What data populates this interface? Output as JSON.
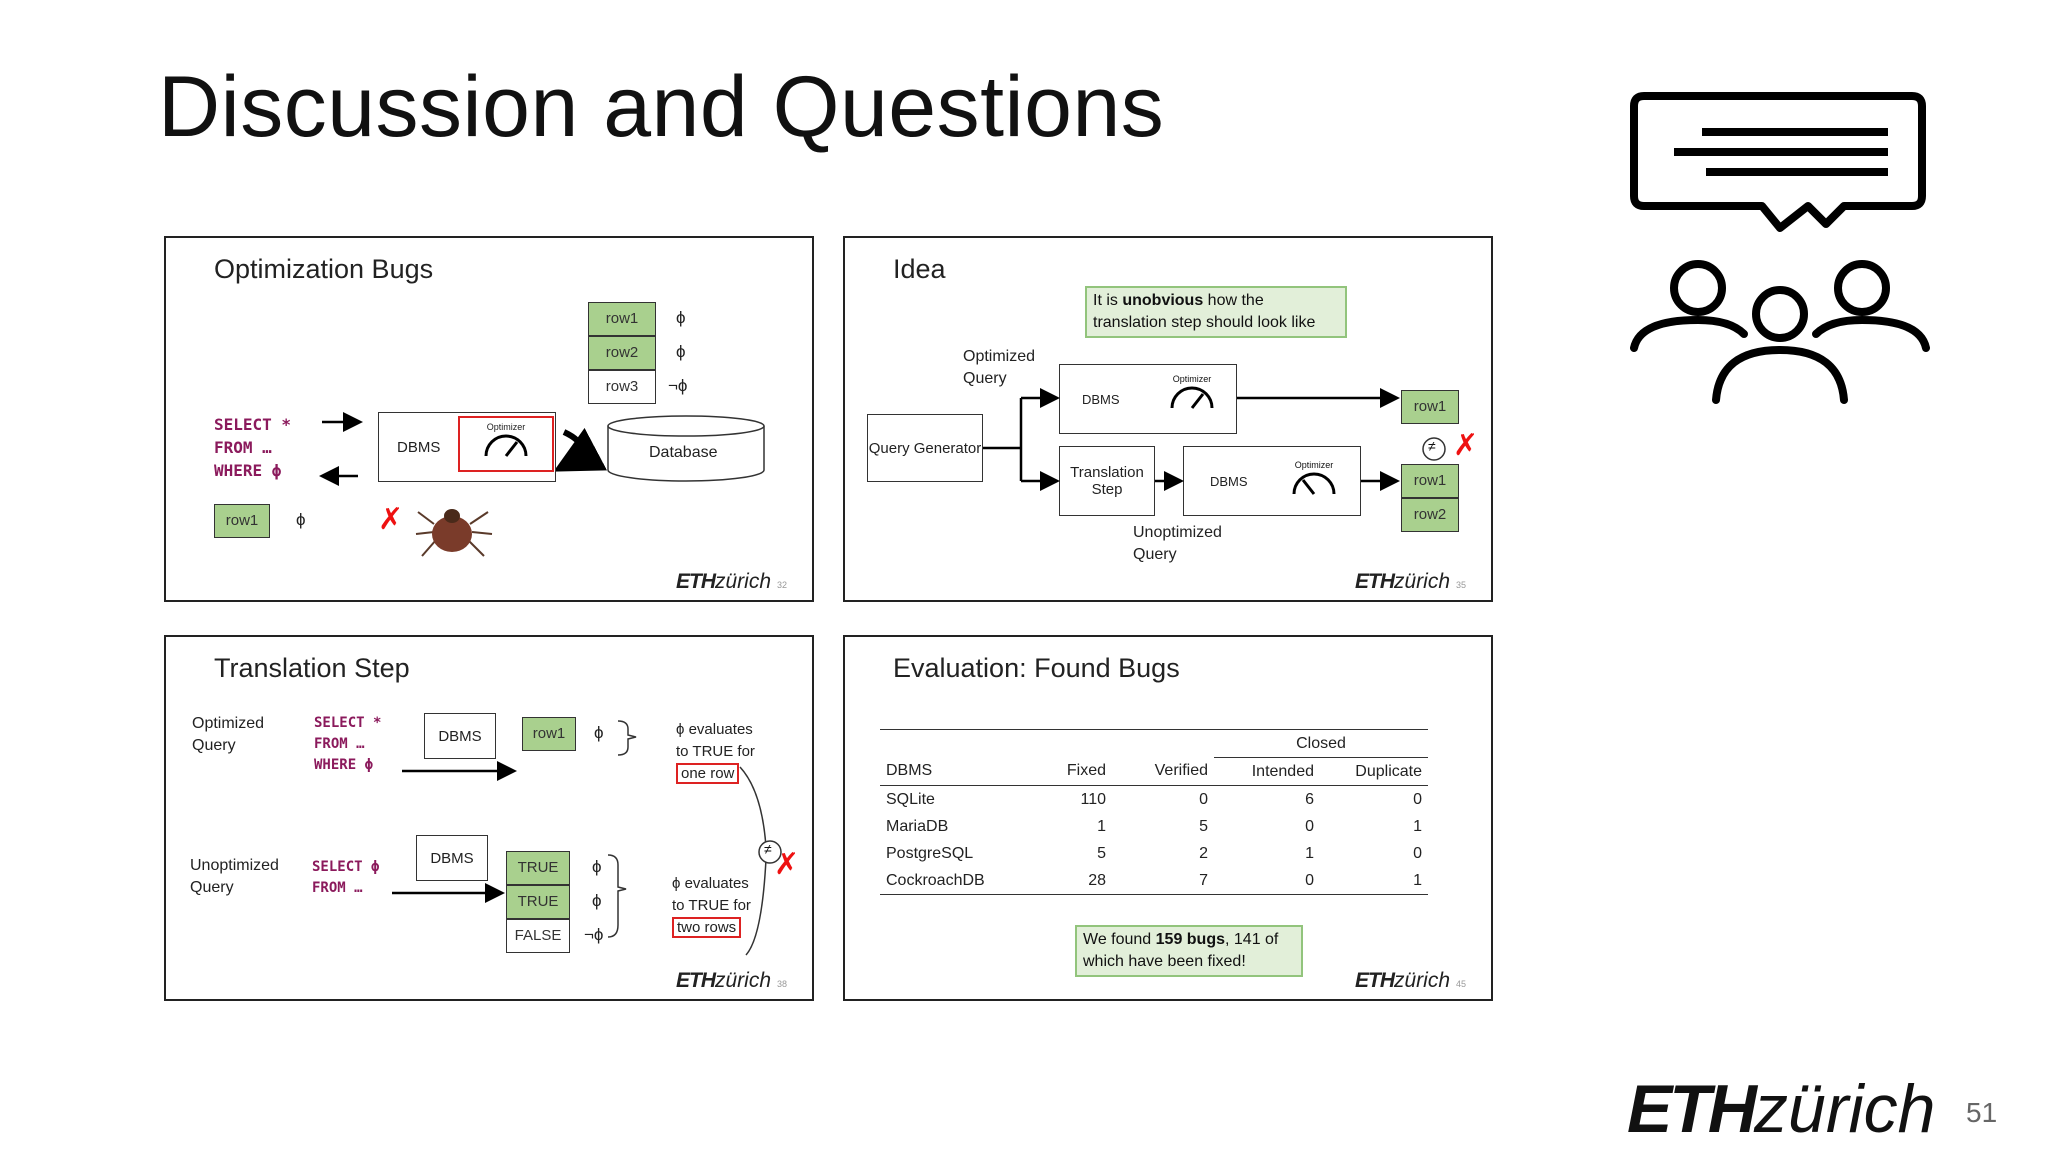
{
  "title": "Discussion and Questions",
  "page_number": "51",
  "logo": {
    "bold": "ETH",
    "rest": "zürich"
  },
  "icons": [
    "chat-bubble-icon",
    "people-group-icon",
    "optimizer-gauge-icon",
    "bug-icon",
    "red-x-icon",
    "database-icon"
  ],
  "slide1": {
    "title": "Optimization Bugs",
    "sql": [
      "SELECT *",
      "FROM …",
      "WHERE ϕ"
    ],
    "rows": [
      {
        "label": "row1",
        "green": true,
        "phi": "ϕ"
      },
      {
        "label": "row2",
        "green": true,
        "phi": "ϕ"
      },
      {
        "label": "row3",
        "green": false,
        "phi": "¬ϕ"
      }
    ],
    "dbms": "DBMS",
    "optimizer": "Optimizer",
    "database": "Database",
    "result_row": "row1",
    "result_phi": "ϕ",
    "slide_num": "32"
  },
  "slide2": {
    "title": "Idea",
    "note_pre": "It is ",
    "note_bold": "unobvious",
    "note_post": " how the translation step should look like",
    "optimized_query": "Optimized Query",
    "query_generator": "Query Generator",
    "dbms": "DBMS",
    "optimizer": "Optimizer",
    "translation_step": "Translation Step",
    "unoptimized_query": "Unoptimized Query",
    "neq": "≠",
    "rows": [
      "row1",
      "row1",
      "row2"
    ],
    "slide_num": "35"
  },
  "slide3": {
    "title": "Translation Step",
    "optimized_query": "Optimized Query",
    "unoptimized_query": "Unoptimized Query",
    "sql1": [
      "SELECT *",
      "FROM …",
      "WHERE ϕ"
    ],
    "sql2": [
      "SELECT ϕ",
      "FROM …"
    ],
    "dbms": "DBMS",
    "row1": "row1",
    "phi": "ϕ",
    "eval1_a": "ϕ evaluates",
    "eval1_b": "to TRUE for",
    "eval1_c": "one row",
    "eval2_a": "ϕ evaluates",
    "eval2_b": "to TRUE for",
    "eval2_c": "two rows",
    "cells": [
      {
        "label": "TRUE",
        "green": true,
        "phi": "ϕ"
      },
      {
        "label": "TRUE",
        "green": true,
        "phi": "ϕ"
      },
      {
        "label": "FALSE",
        "green": false,
        "phi": "¬ϕ"
      }
    ],
    "neq": "≠",
    "slide_num": "38"
  },
  "slide4": {
    "title": "Evaluation: Found Bugs",
    "group_header": "Closed",
    "columns": [
      "DBMS",
      "Fixed",
      "Verified",
      "Intended",
      "Duplicate"
    ],
    "rows": [
      [
        "SQLite",
        "110",
        "0",
        "6",
        "0"
      ],
      [
        "MariaDB",
        "1",
        "5",
        "0",
        "1"
      ],
      [
        "PostgreSQL",
        "5",
        "2",
        "1",
        "0"
      ],
      [
        "CockroachDB",
        "28",
        "7",
        "0",
        "1"
      ]
    ],
    "note_pre": "We found ",
    "note_bold": "159 bugs",
    "note_post": ", 141 of which have been fixed!",
    "slide_num": "45"
  }
}
